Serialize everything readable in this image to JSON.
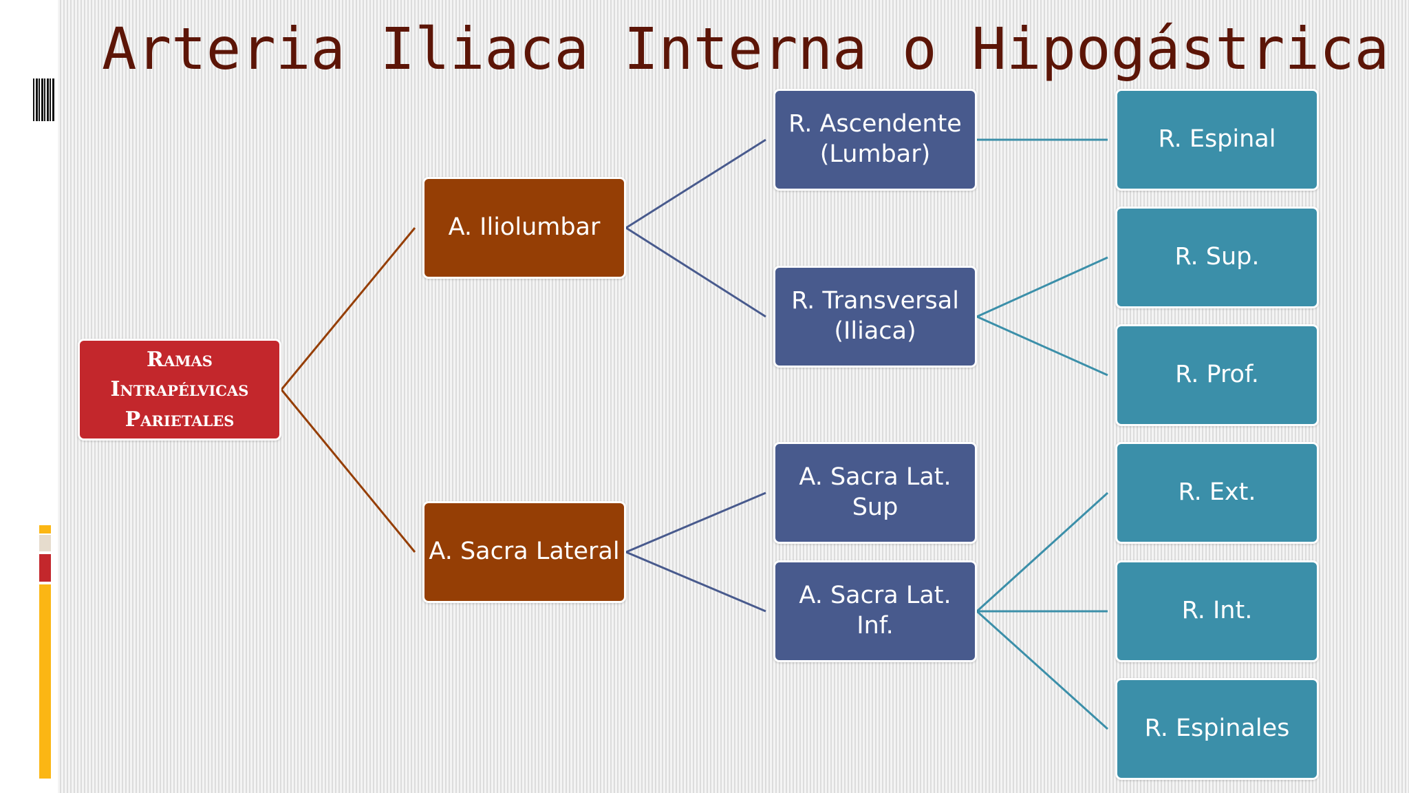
{
  "title": "Arteria Iliaca Interna o Hipogástrica",
  "colors": {
    "root": "#c3272c",
    "level1": "#953e05",
    "level2": "#485a8d",
    "level3": "#3b8fa9",
    "title": "#5c1507",
    "accent_yellow": "#fbb614",
    "accent_beige": "#e6dccd",
    "accent_red": "#c3272c"
  },
  "diagram": {
    "root": {
      "id": "root",
      "label": "Ramas Intrapélvicas Parietales"
    },
    "level1": [
      {
        "id": "iliolumbar",
        "label": "A. Iliolumbar",
        "parent": "root"
      },
      {
        "id": "sacra-lateral",
        "label": "A. Sacra Lateral",
        "parent": "root"
      }
    ],
    "level2": [
      {
        "id": "ascendente",
        "label": "R. Ascendente (Lumbar)",
        "parent": "iliolumbar"
      },
      {
        "id": "transversal",
        "label": "R. Transversal (Iliaca)",
        "parent": "iliolumbar"
      },
      {
        "id": "sacra-lat-sup",
        "label": "A. Sacra Lat. Sup",
        "parent": "sacra-lateral"
      },
      {
        "id": "sacra-lat-inf",
        "label": "A. Sacra Lat. Inf.",
        "parent": "sacra-lateral"
      }
    ],
    "level3": [
      {
        "id": "espinal",
        "label": "R. Espinal",
        "parent": "ascendente"
      },
      {
        "id": "sup",
        "label": "R. Sup.",
        "parent": "transversal"
      },
      {
        "id": "prof",
        "label": "R. Prof.",
        "parent": "transversal"
      },
      {
        "id": "ext",
        "label": "R. Ext.",
        "parent": "sacra-lat-inf"
      },
      {
        "id": "int",
        "label": "R. Int.",
        "parent": "sacra-lat-inf"
      },
      {
        "id": "espinales",
        "label": "R. Espinales",
        "parent": "sacra-lat-inf"
      }
    ]
  }
}
